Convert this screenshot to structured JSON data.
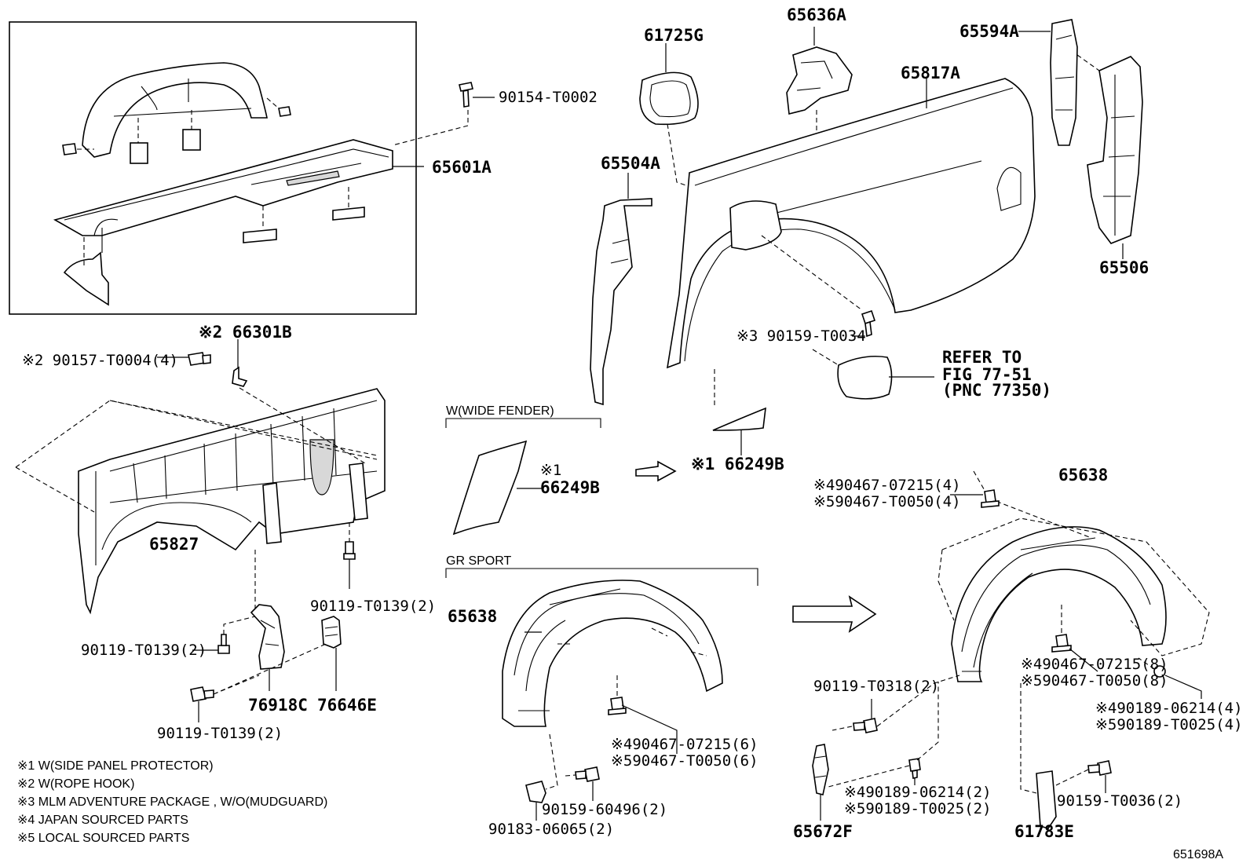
{
  "diagram_id": "651698A",
  "sections": {
    "wide_fender": "W(WIDE FENDER)",
    "gr_sport": "GR SPORT"
  },
  "refer_note": {
    "line1": "REFER TO",
    "line2": "FIG 77-51",
    "line3": "(PNC 77350)"
  },
  "labels": {
    "p90154": "90154-T0002",
    "p65601A": "65601A",
    "p66301B": "※2 66301B",
    "p90157": "※2 90157-T0004(4)",
    "p65827": "65827",
    "p90119_a": "90119-T0139(2)",
    "p90119_b": "90119-T0139(2)",
    "p90119_c": "90119-T0139(2)",
    "p76918C": "76918C",
    "p76646E": "76646E",
    "p61725G": "61725G",
    "p65636A": "65636A",
    "p65594A": "65594A",
    "p65817A": "65817A",
    "p65504A": "65504A",
    "p65506": "65506",
    "p90159_T0034": "※3 90159-T0034",
    "p66249B_w_mark": "※1",
    "p66249B_w": "66249B",
    "p66249B": "※1 66249B",
    "p65638_gr": "65638",
    "p90467_6_a": "※490467-07215(6)",
    "p90467_6_b": "※590467-T0050(6)",
    "p90159_60496": "90159-60496(2)",
    "p90183": "90183-06065(2)",
    "p90467_4_a": "※490467-07215(4)",
    "p90467_4_b": "※590467-T0050(4)",
    "p65638": "65638",
    "p90119_T0318": "90119-T0318(2)",
    "p90467_8_a": "※490467-07215(8)",
    "p90467_8_b": "※590467-T0050(8)",
    "p90189_4_a": "※490189-06214(4)",
    "p90189_4_b": "※590189-T0025(4)",
    "p90189_2_a": "※490189-06214(2)",
    "p90189_2_b": "※590189-T0025(2)",
    "p90159_T0036": "90159-T0036(2)",
    "p65672F": "65672F",
    "p61783E": "61783E"
  },
  "notes": [
    "※1 W(SIDE PANEL PROTECTOR)",
    "※2 W(ROPE HOOK)",
    "※3 MLM ADVENTURE PACKAGE , W/O(MUDGUARD)",
    "※4 JAPAN SOURCED PARTS",
    "※5 LOCAL SOURCED PARTS"
  ]
}
